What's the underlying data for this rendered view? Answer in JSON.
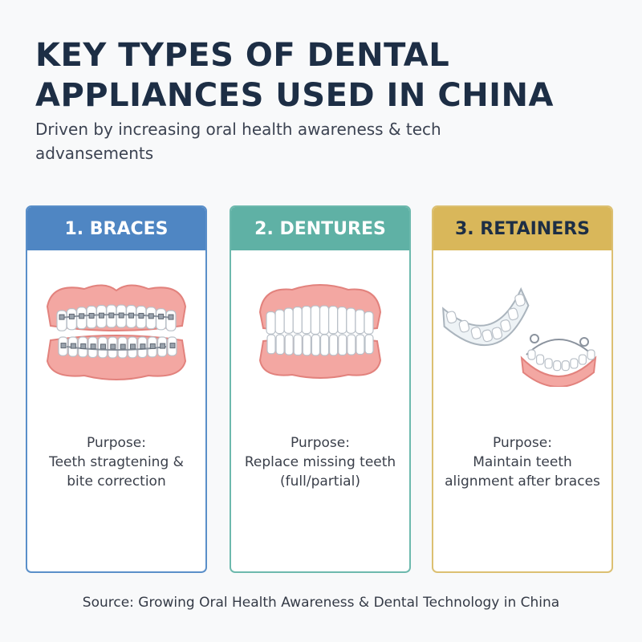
{
  "title": [
    "KEY TYPES OF DENTAL",
    "APPLIANCES USED IN CHINA"
  ],
  "subtitle": "Driven by increasing oral health awareness & tech advansements",
  "cards": [
    {
      "title": "1. BRACES",
      "image": "braces-icon",
      "purpose_label": "Purpose:",
      "purpose": [
        "Teeth stragtening &",
        "bite correction"
      ],
      "accent": "#4f86c3",
      "border": "#5a8fc9",
      "header_text": "#ffffff"
    },
    {
      "title": "2. DENTURES",
      "image": "dentures-icon",
      "purpose_label": "Purpose:",
      "purpose": [
        "Replace missing teeth",
        "(full/partial)"
      ],
      "accent": "#5fb1a5",
      "border": "#6db9ad",
      "header_text": "#ffffff"
    },
    {
      "title": "3. RETAINERS",
      "image": "retainers-icon",
      "purpose_label": "Purpose:",
      "purpose": [
        "Maintain teeth",
        "alignment after braces"
      ],
      "accent": "#d9b75a",
      "border": "#dcc072",
      "header_text": "#1d2e45"
    }
  ],
  "source": "Source: Growing Oral Health Awareness & Dental Technology in China"
}
